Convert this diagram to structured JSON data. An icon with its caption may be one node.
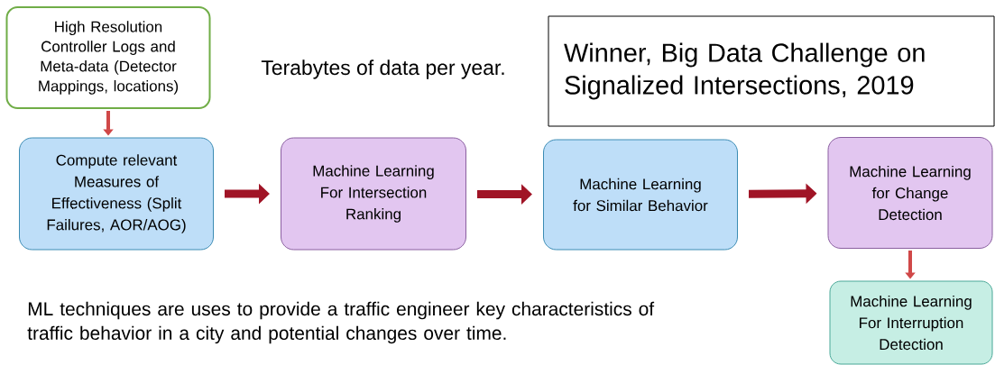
{
  "diagram": {
    "nodes": [
      {
        "text": [
          "High Resolution Controller Logs and Meta-data (Detector Mappings, locations)"
        ]
      },
      {
        "text": [
          "Compute relevant Measures of Effectiveness (Split Failures, AOR/AOG)"
        ]
      },
      {
        "text": [
          "Machine Learning For Intersection Ranking"
        ]
      },
      {
        "text": [
          "Machine Learning for Similar Behavior"
        ]
      },
      {
        "text": [
          "Machine Learning for Change Detection"
        ]
      },
      {
        "text": [
          "Machine Learning For Interruption Detection"
        ]
      },
      {
        "text": [
          "Winner, Big Data Challenge on Signalized Intersections, 2019"
        ]
      }
    ],
    "edges": [
      {
        "from": 0,
        "to": 1,
        "arrow": "to",
        "color": "#d04848"
      },
      {
        "from": 1,
        "to": 2,
        "arrow": "to"
      },
      {
        "from": 2,
        "to": 3,
        "arrow": "to"
      },
      {
        "from": 3,
        "to": 4,
        "arrow": "to"
      },
      {
        "from": 4,
        "to": 5,
        "arrow": "to",
        "color": "#d04848"
      }
    ],
    "labels": [
      "Terabytes of data per year.",
      "ML techniques are uses to provide a traffic engineer key characteristics of traffic behavior in a city and potential changes over time."
    ]
  }
}
